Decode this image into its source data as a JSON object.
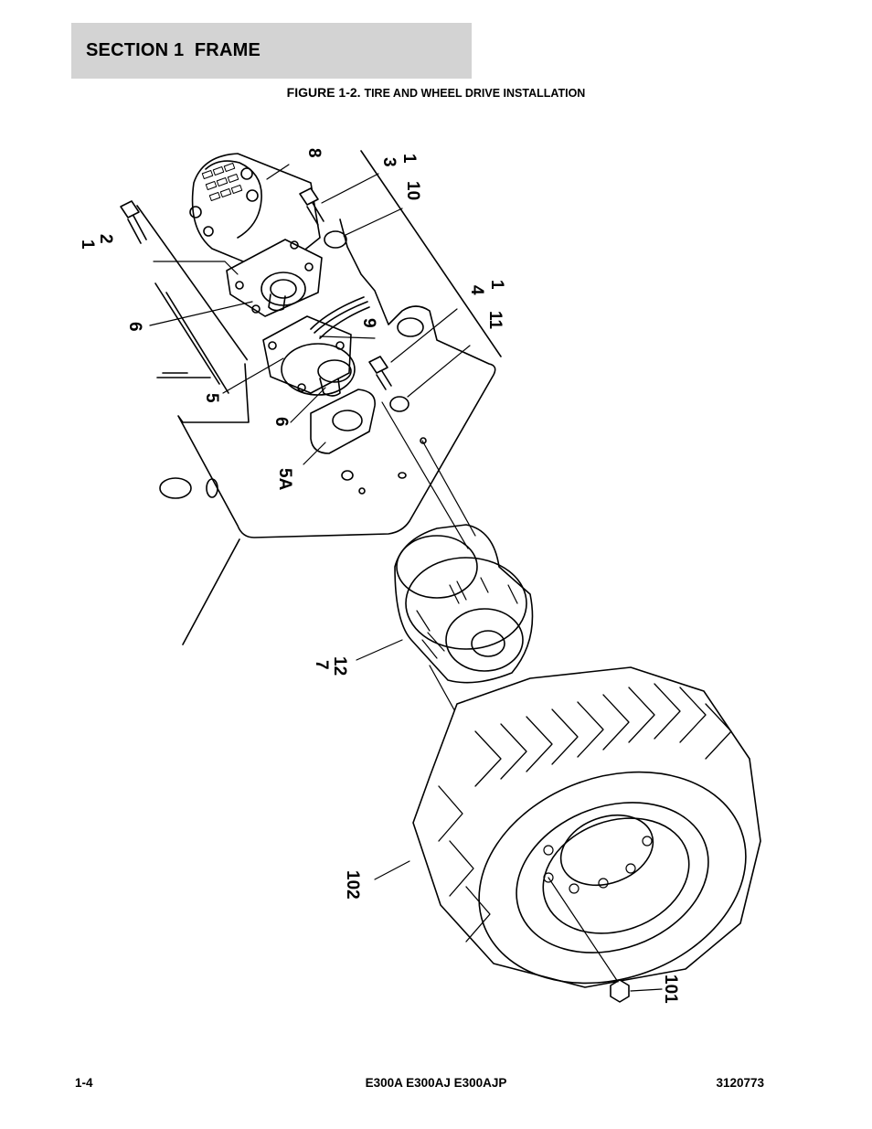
{
  "header": {
    "section_title": "SECTION 1  FRAME"
  },
  "figure": {
    "number": "FIGURE 1-2.",
    "caption": "TIRE AND WHEEL DRIVE INSTALLATION"
  },
  "callouts": {
    "c1_top": "1",
    "c3": "3",
    "c8": "8",
    "c10": "10",
    "c1_left": "1",
    "c2": "2",
    "c6_a": "6",
    "c4": "4",
    "c1_mid": "1",
    "c11": "11",
    "c9": "9",
    "c5": "5",
    "c6_b": "6",
    "c5a": "5A",
    "c7": "7",
    "c12": "12",
    "c102": "102",
    "c101": "101"
  },
  "footer": {
    "page": "1-4",
    "models": "E300A E300AJ E300AJP",
    "doc_number": "3120773"
  }
}
